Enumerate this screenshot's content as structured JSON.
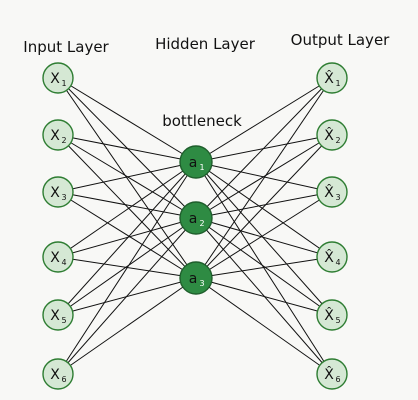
{
  "labels": {
    "input_layer": "Input Layer",
    "hidden_layer": "Hidden Layer",
    "output_layer": "Output Layer",
    "bottleneck": "bottleneck"
  },
  "colors": {
    "background": "#f8f8f6",
    "io_node_fill": "#d5e8d4",
    "io_node_stroke": "#2e7d32",
    "hidden_node_fill": "#2e8b43",
    "hidden_node_stroke": "#1f5e2c",
    "edge": "#111111",
    "hidden_text": "#ffffff",
    "io_text": "#111111"
  },
  "input_nodes": [
    {
      "symbol": "X",
      "sub": "1"
    },
    {
      "symbol": "X",
      "sub": "2"
    },
    {
      "symbol": "X",
      "sub": "3"
    },
    {
      "symbol": "X",
      "sub": "4"
    },
    {
      "symbol": "X",
      "sub": "5"
    },
    {
      "symbol": "X",
      "sub": "6"
    }
  ],
  "hidden_nodes": [
    {
      "symbol": "a",
      "sub": "1"
    },
    {
      "symbol": "a",
      "sub": "2"
    },
    {
      "symbol": "a",
      "sub": "3"
    }
  ],
  "output_nodes": [
    {
      "symbol": "X̂",
      "sub": "1"
    },
    {
      "symbol": "X̂",
      "sub": "2"
    },
    {
      "symbol": "X̂",
      "sub": "3"
    },
    {
      "symbol": "X̂",
      "sub": "4"
    },
    {
      "symbol": "X̂",
      "sub": "5"
    },
    {
      "symbol": "X̂",
      "sub": "6"
    }
  ]
}
